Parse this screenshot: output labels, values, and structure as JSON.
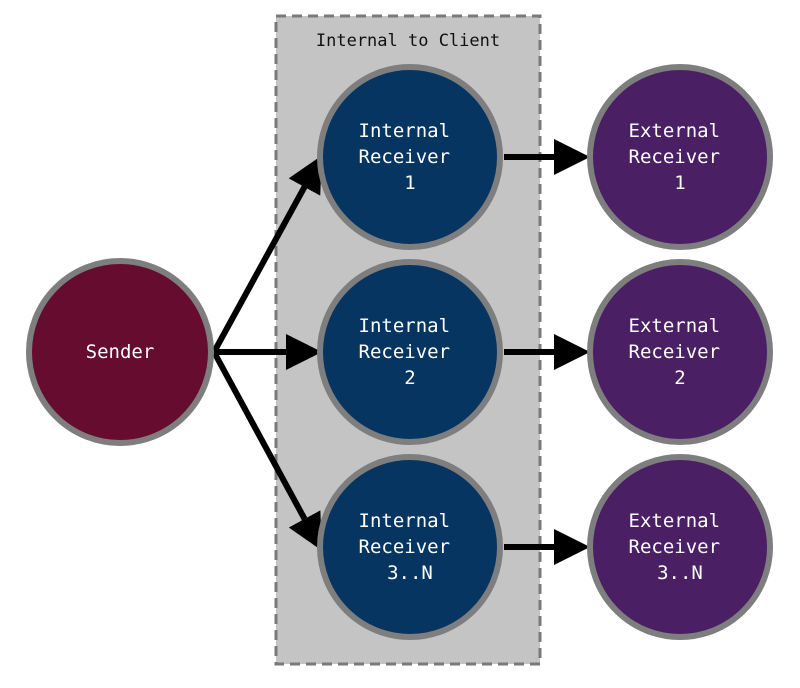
{
  "group": {
    "label": "Internal to Client"
  },
  "colors": {
    "sender_fill": "#650C2F",
    "internal_fill": "#063561",
    "external_fill": "#4A1F64",
    "node_border": "#7E7E7E",
    "group_fill": "#C4C4C4",
    "group_border": "#7A7A7A",
    "arrow": "#000000"
  },
  "sender": {
    "lines": [
      "Sender"
    ]
  },
  "internal_receivers": [
    {
      "lines": [
        "Internal",
        "Receiver",
        "1"
      ]
    },
    {
      "lines": [
        "Internal",
        "Receiver",
        "2"
      ]
    },
    {
      "lines": [
        "Internal",
        "Receiver",
        "3..N"
      ]
    }
  ],
  "external_receivers": [
    {
      "lines": [
        "External",
        "Receiver",
        "1"
      ]
    },
    {
      "lines": [
        "External",
        "Receiver",
        "2"
      ]
    },
    {
      "lines": [
        "External",
        "Receiver",
        "3..N"
      ]
    }
  ]
}
